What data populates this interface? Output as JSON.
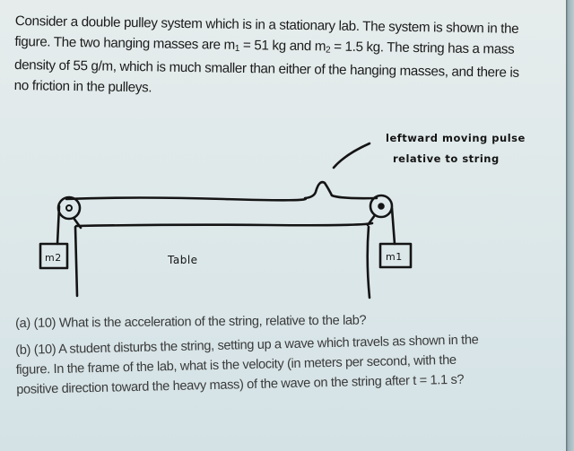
{
  "problem": {
    "intro_lines": [
      "Consider a double pulley system which is in a stationary lab.  The system is shown in the",
      "figure.  The two hanging masses are m",
      "density of 55 g/m, which is much smaller than either of the hanging masses, and there is",
      "no friction in the pulleys."
    ],
    "line2_parts": {
      "m1_sub": "1",
      "after_m1": " = 51 kg and m",
      "m2_sub": "2",
      "after_m2": " = 1.5 kg.  The string has a mass"
    },
    "masses": {
      "m1": "51 kg",
      "m2": "1.5 kg"
    },
    "string_density": "55 g/m"
  },
  "figure": {
    "annotation_line1": "leftward moving pulse",
    "annotation_line2": "relative to string",
    "table_label": "Table",
    "left_mass_label": "m2",
    "right_mass_label": "m1"
  },
  "questions": {
    "a": "(a) (10) What is the acceleration of the string, relative to the lab?",
    "b_lines": [
      "(b) (10) A student disturbs the string, setting up a wave which travels as shown in the",
      "figure. In the frame of the lab, what is the velocity (in meters per second, with the",
      "positive direction toward the heavy mass) of the wave on the string after t = 1.1 s?"
    ]
  },
  "colors": {
    "background": "#e2ebec",
    "text_dark": "#1b1b1b",
    "text_question": "#3a3a3a",
    "ink": "#141414"
  }
}
